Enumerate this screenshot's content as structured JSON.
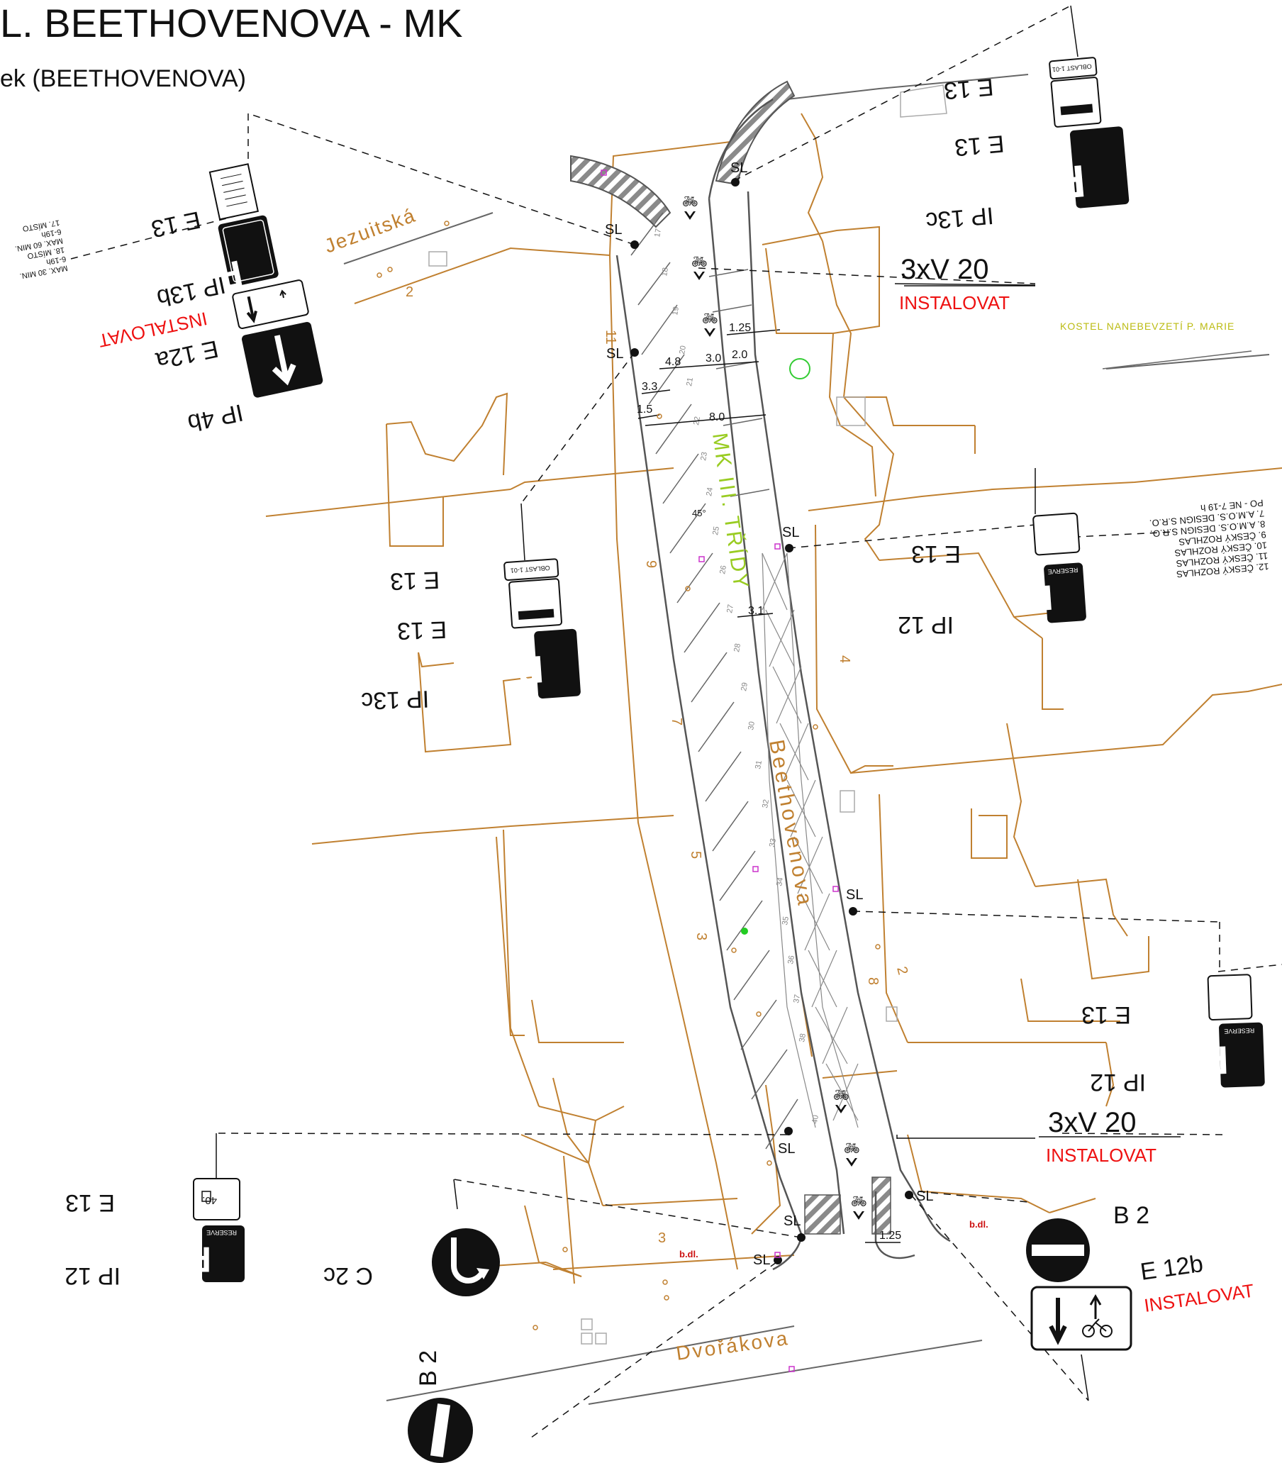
{
  "header": {
    "title": "L. BEETHOVENOVA - MK",
    "subtitle": "ek (BEETHOVENOVA)"
  },
  "streets": {
    "jezuitska": "Jezuitská",
    "beethovenova": "Beethovenova",
    "dvorakova": "Dvořákova",
    "road_class": "MK III. TŘÍDY",
    "church": "KOSTEL NANEBEVZETÍ P. MARIE"
  },
  "dims": {
    "d125_top": "1.25",
    "d48": "4.8",
    "d30": "3.0",
    "d20": "2.0",
    "d33": "3.3",
    "d15": "1.5",
    "d80": "8.0",
    "d31": "3.1",
    "d125_bottom": "1.25",
    "angle": "45°"
  },
  "markers": {
    "sl": "SL",
    "bdl": "b.dl."
  },
  "callouts": {
    "v20": "3xV 20",
    "instalovat": "INSTALOVAT"
  },
  "signs": {
    "e13": "E 13",
    "ip13b": "IP 13b",
    "ip13c": "IP 13c",
    "ip12": "IP 12",
    "e12a": "E 12a",
    "ip4b": "IP 4b",
    "c2c": "C 2c",
    "b2": "B 2",
    "e12b": "E 12b",
    "oblast": "OBLAST 1-01",
    "reserve": "RESERVE",
    "p": "P",
    "forty": "40."
  },
  "notes": {
    "left_1": "MAX. 30 MIN.",
    "left_2": "6-19h",
    "left_3": "18. MÍSTO",
    "left_4": "MAX. 60 MIN.",
    "left_5": "6-19h",
    "left_6": "17. MÍSTO",
    "right_1": "12. ČESKÝ ROZHLAS",
    "right_2": "11. ČESKÝ ROZHLAS",
    "right_3": "10. ČESKÝ ROZHLAS",
    "right_4": "9. ČESKÝ ROZHLAS",
    "right_5": "8. A.M.O.S. DESIGN S.R.O.",
    "right_6": "7. A.M.O.S. DESIGN S.R.O.",
    "right_7": "PO - NE 7-19 h"
  },
  "lot_numbers": {
    "n2a": "2",
    "n11": "11",
    "n9": "9",
    "n7": "7",
    "n5": "5",
    "n3a": "3",
    "n3b": "3",
    "n4": "4",
    "n2b": "2",
    "n8": "8"
  },
  "colors": {
    "road": "#555555",
    "boundary": "#c08030",
    "red_text": "#ee1111",
    "green_text": "#99cc22",
    "sign_black": "#111111"
  }
}
